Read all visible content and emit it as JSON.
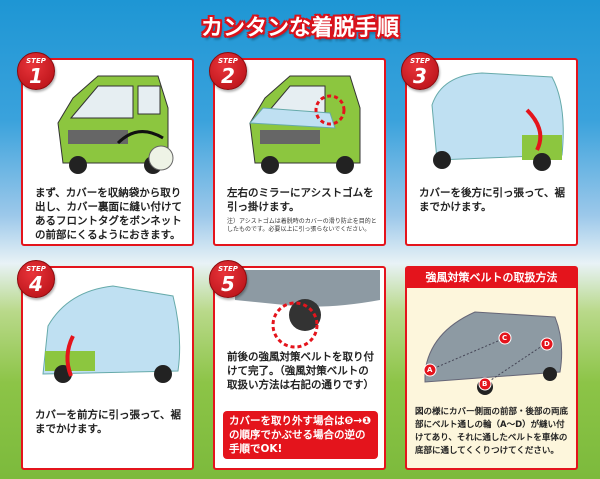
{
  "title": "カンタンな着脱手順",
  "step_label": "STEP",
  "steps": [
    {
      "number": "1",
      "text": "まず、カバーを収納袋から取り出し、カバー裏面に縫い付けてあるフロントタグをボンネットの前部にくるようにおきます。"
    },
    {
      "number": "2",
      "text": "左右のミラーにアシストゴムを引っ掛けます。",
      "note": "注）アシストゴムは着脱時のカバーの滑り防止を目的としたものです。必要以上に引っ張らないでください。"
    },
    {
      "number": "3",
      "text": "カバーを後方に引っ張って、裾までかけます。"
    },
    {
      "number": "4",
      "text": "カバーを前方に引っ張って、裾までかけます。"
    },
    {
      "number": "5",
      "text": "前後の強風対策ベルトを取り付けて完了。（強風対策ベルトの取扱い方法は右記の通りです）",
      "callout": "カバーを取り外す場合は❺→❶の順序でかぶせる場合の逆の手順でOK!"
    }
  ],
  "belt": {
    "heading": "強風対策ベルトの取扱方法",
    "points": [
      "A",
      "B",
      "C",
      "D"
    ],
    "text": "図の様にカバー側面の前部・後部の両底部にベルト通しの輪（A〜D）が縫い付けてあり、それに通したベルトを車体の底部に通してくくりつけてください。"
  },
  "colors": {
    "accent": "#e4141c",
    "car": "#8cc63f",
    "cover": "#bfe0f2"
  }
}
